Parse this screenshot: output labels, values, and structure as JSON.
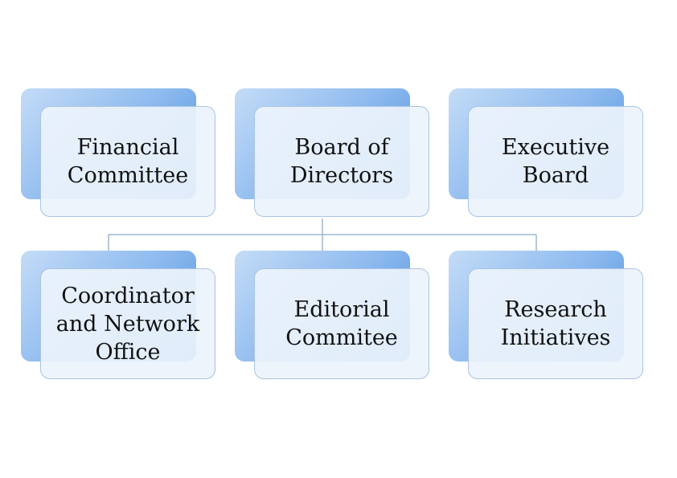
{
  "nodes": {
    "financial": "Financial\nCommittee",
    "board": "Board of\nDirectors",
    "executive": "Executive\nBoard",
    "coordinator": "Coordinator\nand Network\nOffice",
    "editorial": "Editorial\nCommitee",
    "research": "Research\nInitiatives"
  },
  "colors": {
    "box_gradient_light": "#c4dcf7",
    "box_gradient_dark": "#4a90dc",
    "front_fill": "#ecf3fc",
    "border": "#a9c4e3",
    "connector": "#9fb5cf"
  }
}
